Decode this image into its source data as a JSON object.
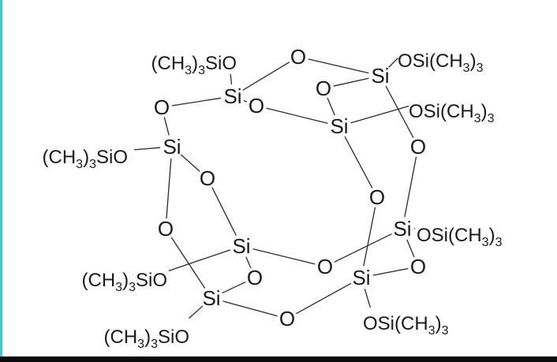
{
  "colors": {
    "ink": "#1a1a1a",
    "background": "#ffffff",
    "left_edge": "#25d3e3",
    "bottom_edge": "#0a0a0a"
  },
  "atoms": {
    "si": "Si",
    "o": "O"
  },
  "groups": {
    "left_prefix": "(CH",
    "left_sub": "3",
    "left_suffix": ")",
    "left_tail": "SiO",
    "right_head": "OSi(CH",
    "right_sub": "3",
    "right_suffix": ")"
  }
}
